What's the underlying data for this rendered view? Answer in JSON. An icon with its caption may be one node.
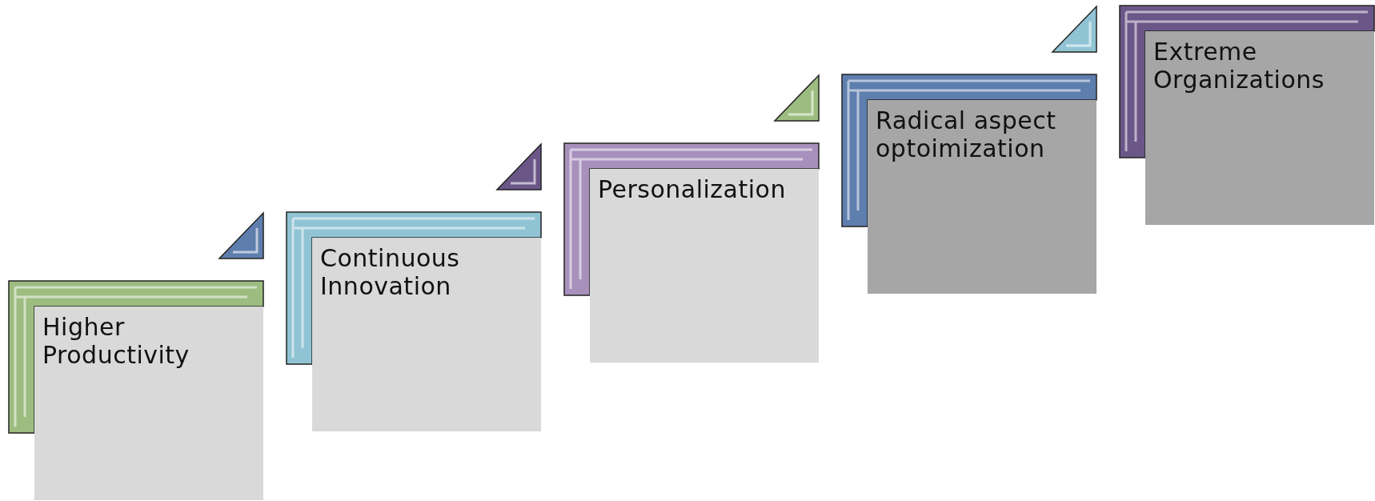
{
  "diagram": {
    "nodes": [
      {
        "text": [
          "Higher Productivity"
        ]
      },
      {
        "text": [
          "Continuous Innovation"
        ]
      },
      {
        "text": [
          "Personalization"
        ]
      },
      {
        "text": [
          "Radical aspect optoimization"
        ]
      },
      {
        "text": [
          "Extreme Organizations"
        ]
      }
    ]
  }
}
